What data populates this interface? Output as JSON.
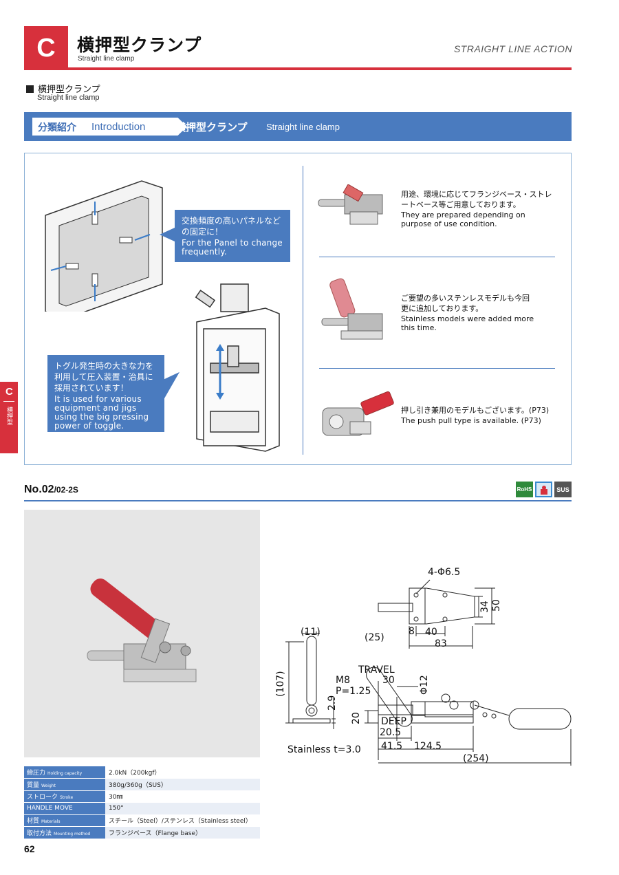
{
  "header": {
    "badge": "C",
    "title": "横押型クランプ",
    "subtitle": "Straight line clamp",
    "right_label": "STRAIGHT LINE ACTION"
  },
  "section": {
    "title": "横押型クランプ",
    "subtitle": "Straight line clamp"
  },
  "banner": {
    "tab_jp": "分類紹介",
    "tab_en": "Introduction",
    "title_jp": "横押型クランプ",
    "title_en": "Straight line clamp"
  },
  "intro": {
    "callout1_jp": "交換頻度の高いパネルなどの固定に！",
    "callout1_en": "For the Panel to change frequently.",
    "callout2_jp": "トグル発生時の大きな力を利用して圧入装置・治具に採用されています！",
    "callout2_en": "It is used for various equipment and jigs using the big pressing power of toggle.",
    "features": [
      {
        "jp": "用途、環境に応じてフランジベース・ストレートベース等ご用意しております。",
        "en": "They are prepared depending on purpose of use condition."
      },
      {
        "jp": "ご要望の多いステンレスモデルも今回更に追加しております。",
        "en": "Stainless models were added more this time."
      },
      {
        "jp": "押し引き兼用のモデルもございます。(P73)",
        "en": "The push pull type is available. (P73)"
      }
    ]
  },
  "side_tab": {
    "letter": "C",
    "label": "横押型"
  },
  "product": {
    "number": "No.02",
    "variant": "/02-2S",
    "badges": [
      "RoHS",
      "",
      "SUS"
    ],
    "specs": [
      {
        "jp": "締圧力",
        "en": "Holding capacity",
        "value": "2.0kN（200kgf）"
      },
      {
        "jp": "質量",
        "en": "Weight",
        "value": "380g/360g（SUS）"
      },
      {
        "jp": "ストローク",
        "en": "Stroke",
        "value": "30㎜"
      },
      {
        "jp": "HANDLE MOVE",
        "en": "",
        "value": "150°"
      },
      {
        "jp": "材質",
        "en": "Materials",
        "value": "スチール（Steel）/ステンレス（Stainless steel）"
      },
      {
        "jp": "取付方法",
        "en": "Mounting method",
        "value": "フランジベース（Flange base）"
      }
    ]
  },
  "drawing": {
    "holes": "4-Φ6.5",
    "d34": "34",
    "d50": "50",
    "d8": "8",
    "d40": "40",
    "d83": "83",
    "d11": "(11)",
    "d25": "(25)",
    "travel": "TRAVEL",
    "d30": "30",
    "m8": "M8",
    "pitch": "P=1.25",
    "phi12": "Φ12",
    "d107": "(107)",
    "d29": "2.9",
    "d20": "20",
    "deep": "DEEP",
    "d205": "20.5",
    "d415": "41.5",
    "d1245": "124.5",
    "d254": "(254)",
    "note": "Stainless t=3.0"
  },
  "page_number": "62"
}
